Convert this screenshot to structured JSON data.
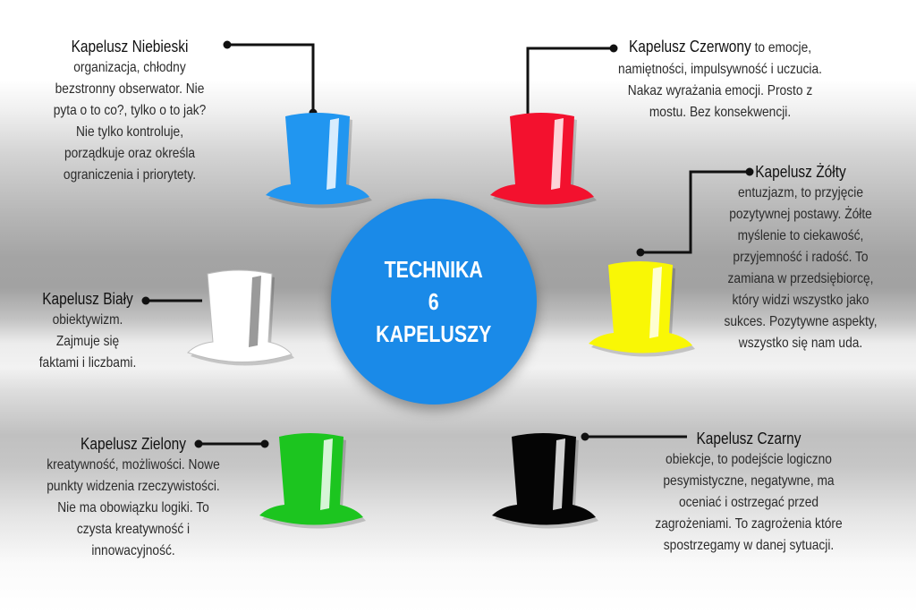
{
  "center": {
    "title": "TECHNIKA\n6\nKAPELUSZY",
    "color": "#1a8ae8"
  },
  "hats": [
    {
      "id": "niebieski",
      "title": "Kapelusz Niebieski",
      "desc": "organizacja, chłodny bezstronny obserwator. Nie pyta o to co?, tylko o to jak? Nie tylko kontroluje, porządkuje oraz określa ograniczenia i priorytety.",
      "color": "#2196f0"
    },
    {
      "id": "czerwony",
      "title": "Kapelusz Czerwony",
      "desc": "to emocje, namiętności, impulsywność i uczucia. Nakaz wyrażania emocji. Prosto z mostu. Bez konsekwencji.",
      "color": "#f3112e"
    },
    {
      "id": "zolty",
      "title": "Kapelusz Żółty",
      "desc": "entuzjazm, to przyjęcie pozytywnej postawy. Żółte myślenie to ciekawość, przyjemność i radość. To zamiana w przedsiębiorcę, który widzi wszystko jako sukces. Pozytywne aspekty, wszystko się nam uda.",
      "color": "#f9f705"
    },
    {
      "id": "bialy",
      "title": "Kapelusz Biały",
      "desc": "obiektywizm. Zajmuje się faktami i liczbami.",
      "color": "#ffffff"
    },
    {
      "id": "zielony",
      "title": "Kapelusz Zielony",
      "desc": "kreatywność, możliwości. Nowe punkty widzenia rzeczywistości. Nie ma obowiązku logiki. To czysta kreatywność i innowacyjność.",
      "color": "#1cc51f"
    },
    {
      "id": "czarny",
      "title": "Kapelusz Czarny",
      "desc": "obiekcje, to podejście logiczno pesymistyczne, negatywne, ma oceniać i ostrzegać przed zagrożeniami. To zagrożenia które spostrzegamy w danej sytuacji.",
      "color": "#050505"
    }
  ]
}
